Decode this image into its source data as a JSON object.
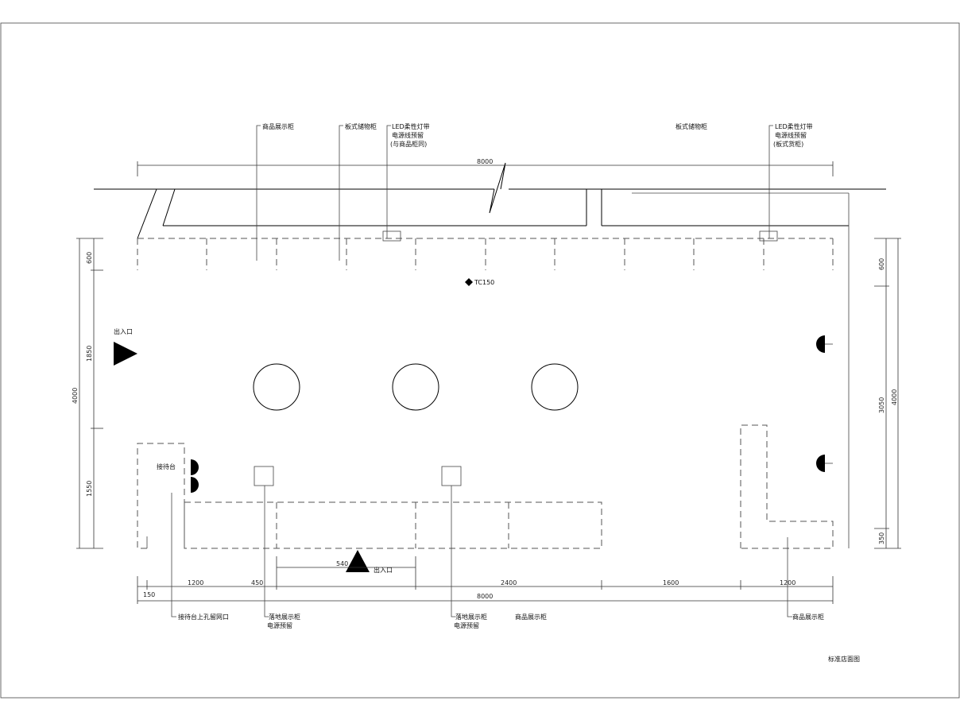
{
  "title": "标准店面图",
  "top_labels": {
    "display_cabinet": "商品展示柜",
    "panel_storage": "板式储物柜",
    "led_strip_1": [
      "LED柔性灯带",
      "电源线预留",
      "(与商品柜同)"
    ],
    "panel_storage_2": "板式储物柜",
    "led_strip_2": [
      "LED柔性灯带",
      "电源线预留",
      "(板式货柜)"
    ]
  },
  "bottom_labels": {
    "reception_note": "接待台上孔留网口",
    "floor_cabinet_1": [
      "落地展示柜",
      "电源预留"
    ],
    "floor_cabinet_2": [
      "落地展示柜",
      "电源预留"
    ],
    "display_cabinet_mid": "商品展示柜",
    "display_cabinet_right": "商品展示柜"
  },
  "room_labels": {
    "entrance_left": "出入口",
    "entrance_bottom": "出入口",
    "reception": "接待台",
    "ceiling_mark": "TC150"
  },
  "dimensions": {
    "top_total": "8000",
    "bottom_total": "8000",
    "bottom_segments": [
      "150",
      "1200",
      "450",
      "540",
      "2400",
      "1600",
      "1200"
    ],
    "left_segments": [
      "600",
      "1850",
      "1550"
    ],
    "left_total": "4000",
    "right_segments": [
      "600",
      "3050",
      "350"
    ],
    "right_total": "4000"
  }
}
